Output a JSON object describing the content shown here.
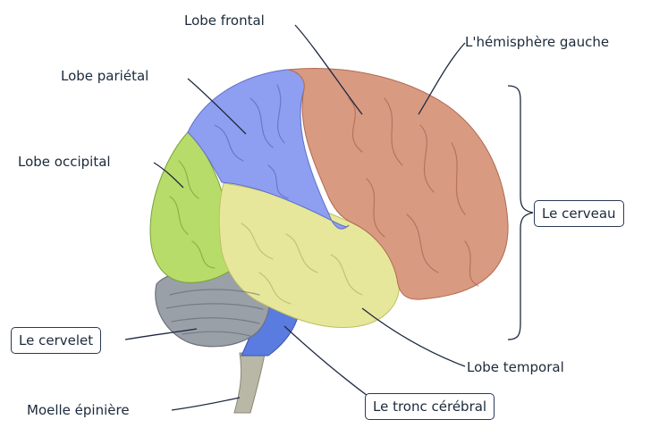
{
  "labels": {
    "lobe_frontal": "Lobe frontal",
    "hemisphere_gauche": "L'hémisphère gauche",
    "lobe_parietal": "Lobe pariétal",
    "lobe_occipital": "Lobe occipital",
    "lobe_temporal": "Lobe temporal",
    "moelle_epiniere": "Moelle épinière"
  },
  "boxes": {
    "le_cerveau": "Le cerveau",
    "le_cervelet": "Le cervelet",
    "le_tronc_cerebral": "Le tronc cérébral"
  },
  "colors": {
    "frontal": "#d99a82",
    "parietal": "#8e9ef0",
    "occipital": "#b7dc6a",
    "temporal": "#e6e79a",
    "cerebellum": "#9aa0a8",
    "brainstem": "#5a7be0",
    "spinal_cord": "#b9b8a6"
  }
}
